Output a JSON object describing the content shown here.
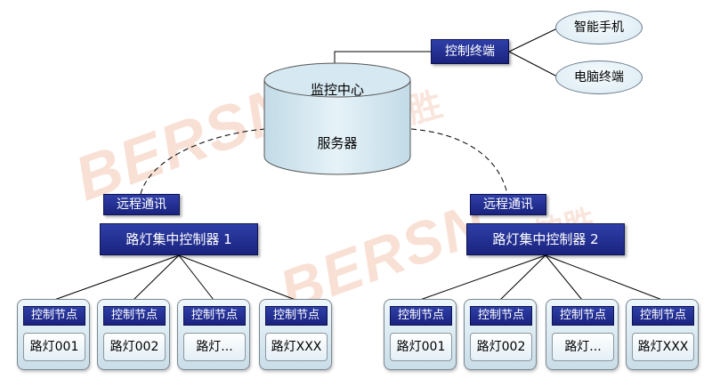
{
  "server": {
    "label_top": "监控中心",
    "label_main": "服务器"
  },
  "terminal": {
    "label": "控制终端",
    "clients": [
      "智能手机",
      "电脑终端"
    ]
  },
  "groups": [
    {
      "remote_label": "远程通讯",
      "concentrator_label": "路灯集中控制器 1",
      "nodes": [
        {
          "head": "控制节点",
          "body": "路灯001"
        },
        {
          "head": "控制节点",
          "body": "路灯002"
        },
        {
          "head": "控制节点",
          "body": "路灯..."
        },
        {
          "head": "控制节点",
          "body": "路灯XXX"
        }
      ]
    },
    {
      "remote_label": "远程通讯",
      "concentrator_label": "路灯集中控制器 2",
      "nodes": [
        {
          "head": "控制节点",
          "body": "路灯001"
        },
        {
          "head": "控制节点",
          "body": "路灯002"
        },
        {
          "head": "控制节点",
          "body": "路灯..."
        },
        {
          "head": "控制节点",
          "body": "路灯XXX"
        }
      ]
    }
  ],
  "watermark": {
    "brand": "BERSN",
    "brand_cn": "铂胜"
  },
  "colors": {
    "box_blue": "#1a237e",
    "server_fill": "#d9eaf3",
    "line": "#000000"
  }
}
